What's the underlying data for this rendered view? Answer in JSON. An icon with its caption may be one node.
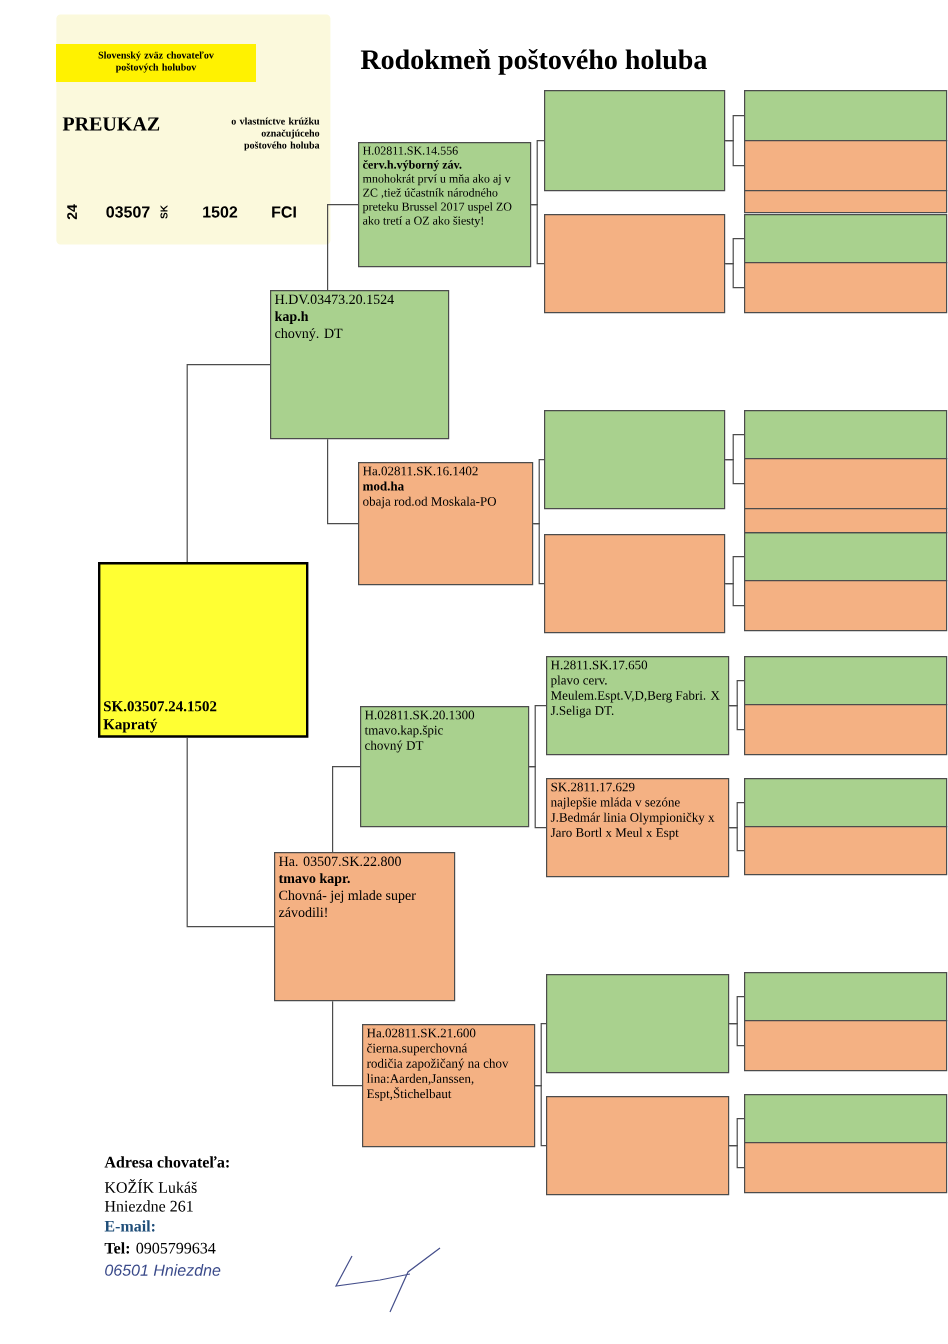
{
  "diagram": {
    "title": "Rodokmeň poštového holuba",
    "nodes": [
      {
        "text": [
          "Slovenský zväz chovateľov poštových holubov",
          "PREUKAZ",
          "o vlastníctve krúžku označujúceho poštového holuba",
          "24",
          "03507",
          "SK",
          "1502",
          "FCI"
        ]
      },
      {
        "text": [
          "SK.03507.24.1502",
          "Kapratý"
        ]
      },
      {
        "text": [
          "H.DV.03473.20.1524",
          "kap.h",
          "chovný. DT"
        ]
      },
      {
        "text": [
          "H.02811.SK.14.556",
          "červ.h.výborný záv.",
          "mnohokrát prví u mňa ako aj v ZC ,tiež účastník národného preteku Brussel 2017 uspel ZO ako tretí a OZ ako šiesty!"
        ]
      },
      {
        "text": [
          "Ha.02811.SK.16.1402",
          "mod.ha",
          "obaja rod.od Moskala-PO"
        ]
      },
      {
        "text": [
          "Ha. 03507.SK.22.800",
          "tmavo kapr.",
          "Chovná- jej mlade super závodili!"
        ]
      },
      {
        "text": [
          "H.02811.SK.20.1300",
          "tmavo.kap.špic",
          "chovný DT"
        ]
      },
      {
        "text": [
          "Ha.02811.SK.21.600",
          "čierna.superchovná",
          "rodičia zapožičaný na chov",
          "lina:Aarden,Janssen, Espt,Štichelbaut"
        ]
      },
      {
        "text": [],
        "shape": "box"
      },
      {
        "text": [],
        "shape": "box"
      },
      {
        "text": [],
        "shape": "box"
      },
      {
        "text": [],
        "shape": "box"
      },
      {
        "text": [
          "H.2811.SK.17.650",
          "plavo cerv.",
          "Meulem.Espt.V,D,Berg Fabri. X J.Seliga DT."
        ]
      },
      {
        "text": [
          "SK.2811.17.629",
          "najlepšie mláda v sezóne",
          "J.Bedmár linia Olympioničky x Jaro Bortl x Meul x Espt"
        ]
      },
      {
        "text": [],
        "shape": "box"
      },
      {
        "text": [],
        "shape": "box"
      },
      {
        "text": [],
        "shape": "box"
      },
      {
        "text": [],
        "shape": "box"
      },
      {
        "text": [],
        "shape": "box"
      },
      {
        "text": [],
        "shape": "box"
      },
      {
        "text": [],
        "shape": "box"
      },
      {
        "text": [],
        "shape": "box"
      },
      {
        "text": [],
        "shape": "box"
      },
      {
        "text": [],
        "shape": "box"
      },
      {
        "text": [],
        "shape": "box"
      },
      {
        "text": [],
        "shape": "box"
      },
      {
        "text": [],
        "shape": "box"
      },
      {
        "text": [],
        "shape": "box"
      },
      {
        "text": [],
        "shape": "box"
      },
      {
        "text": [],
        "shape": "box"
      },
      {
        "text": [],
        "shape": "box"
      },
      {
        "text": [],
        "shape": "box"
      },
      {
        "text": [],
        "shape": "box"
      },
      {
        "text": [],
        "shape": "box"
      }
    ],
    "edges": [
      {
        "from": 1,
        "to": 2,
        "arrow": "none"
      },
      {
        "from": 1,
        "to": 5,
        "arrow": "none"
      },
      {
        "from": 2,
        "to": 3,
        "arrow": "none"
      },
      {
        "from": 2,
        "to": 4,
        "arrow": "none"
      },
      {
        "from": 5,
        "to": 6,
        "arrow": "none"
      },
      {
        "from": 5,
        "to": 7,
        "arrow": "none"
      },
      {
        "from": 3,
        "to": 8,
        "arrow": "none"
      },
      {
        "from": 3,
        "to": 9,
        "arrow": "none"
      },
      {
        "from": 4,
        "to": 10,
        "arrow": "none"
      },
      {
        "from": 4,
        "to": 11,
        "arrow": "none"
      },
      {
        "from": 6,
        "to": 12,
        "arrow": "none"
      },
      {
        "from": 6,
        "to": 13,
        "arrow": "none"
      },
      {
        "from": 7,
        "to": 14,
        "arrow": "none"
      },
      {
        "from": 7,
        "to": 15,
        "arrow": "none"
      },
      {
        "from": 8,
        "to": 16,
        "arrow": "none"
      },
      {
        "from": 8,
        "to": 17,
        "arrow": "none"
      },
      {
        "from": 9,
        "to": 18,
        "arrow": "none"
      },
      {
        "from": 9,
        "to": 19,
        "arrow": "none"
      },
      {
        "from": 10,
        "to": 20,
        "arrow": "none"
      },
      {
        "from": 10,
        "to": 21,
        "arrow": "none"
      },
      {
        "from": 11,
        "to": 22,
        "arrow": "none"
      },
      {
        "from": 11,
        "to": 23,
        "arrow": "none"
      },
      {
        "from": 12,
        "to": 24,
        "arrow": "none"
      },
      {
        "from": 12,
        "to": 25,
        "arrow": "none"
      },
      {
        "from": 13,
        "to": 26,
        "arrow": "none"
      },
      {
        "from": 13,
        "to": 27,
        "arrow": "none"
      },
      {
        "from": 14,
        "to": 28,
        "arrow": "none"
      },
      {
        "from": 14,
        "to": 29,
        "arrow": "none"
      },
      {
        "from": 15,
        "to": 30,
        "arrow": "none"
      },
      {
        "from": 15,
        "to": 31,
        "arrow": "none"
      }
    ],
    "labels": [
      "Adresa chovateľa:",
      "KOŽÍK Lukáš",
      "Hniezdne 261",
      "E-mail:",
      "**Tel:** 0905799634",
      "06501 Hniezdne"
    ]
  }
}
